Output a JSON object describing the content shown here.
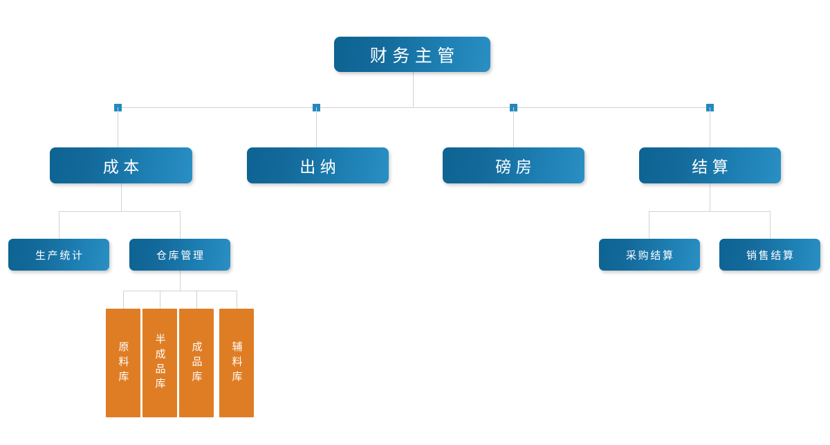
{
  "chart_title": "",
  "org_chart": {
    "type": "org-tree",
    "root": {
      "label": "财务主管",
      "level": 1
    },
    "level2": [
      {
        "label": "成本",
        "level": 2
      },
      {
        "label": "出纳",
        "level": 2
      },
      {
        "label": "磅房",
        "level": 2
      },
      {
        "label": "结算",
        "level": 2
      }
    ],
    "cost_children": [
      {
        "label": "生产统计",
        "level": 3
      },
      {
        "label": "仓库管理",
        "level": 3
      }
    ],
    "settlement_children": [
      {
        "label": "采购结算",
        "level": 3
      },
      {
        "label": "销售结算",
        "level": 3
      }
    ],
    "warehouse_children": [
      {
        "label": "原料库",
        "level": 4
      },
      {
        "label": "半成品库",
        "level": 4
      },
      {
        "label": "成品库",
        "level": 4
      },
      {
        "label": "辅料库",
        "level": 4
      }
    ]
  },
  "colors": {
    "blue_dark": "#0d6391",
    "blue_light": "#2a8fc4",
    "marker_blue": "#2389be",
    "orange": "#df7d25",
    "connector_gray": "#d2d2d2",
    "background": "#ffffff",
    "text_on_box": "#ffffff"
  }
}
